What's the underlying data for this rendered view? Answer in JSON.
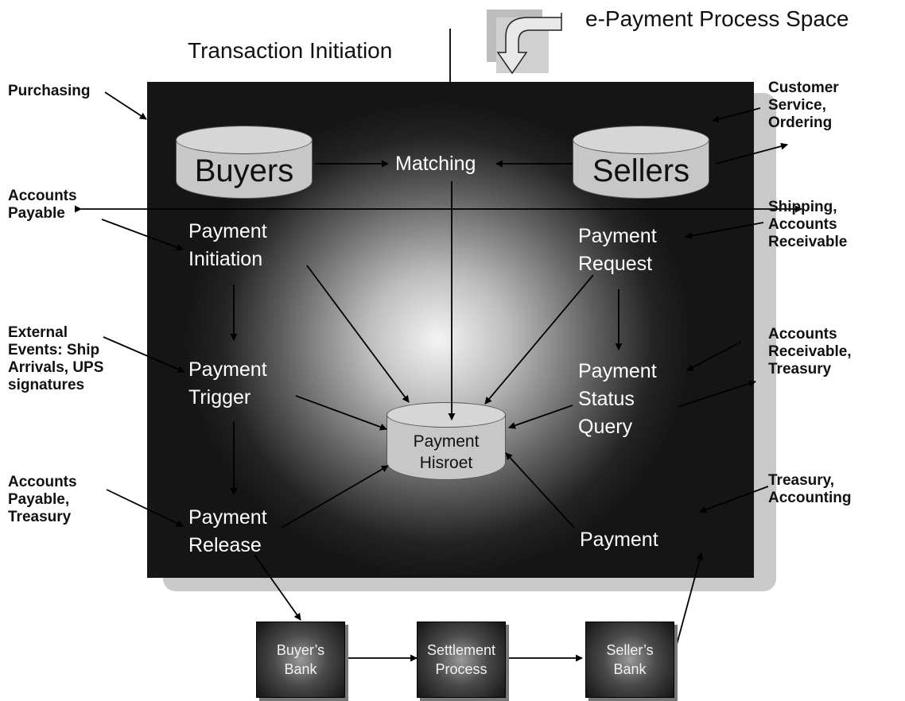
{
  "header": {
    "title": "e-Payment Process Space",
    "subtitle": "Transaction Initiation"
  },
  "left_labels": {
    "purchasing": "Purchasing",
    "accounts_payable_1": "Accounts\nPayable",
    "external_events": "External\nEvents: Ship\nArrivals, UPS\nsignatures",
    "accounts_payable_2": "Accounts\nPayable,\nTreasury"
  },
  "right_labels": {
    "customer_service": "Customer\nService,\nOrdering",
    "shipping": "Shipping,\nAccounts\nReceivable",
    "accounts_receivable": "Accounts\nReceivable,\nTreasury",
    "treasury": "Treasury,\nAccounting"
  },
  "nodes": {
    "buyers": "Buyers",
    "sellers": "Sellers",
    "matching": "Matching",
    "payment_initiation": "Payment\nInitiation",
    "payment_request": "Payment\nRequest",
    "payment_trigger": "Payment\nTrigger",
    "payment_status_query": "Payment\nStatus\nQuery",
    "payment_history": "Payment\nHisroet",
    "payment_release": "Payment\nRelease",
    "payment": "Payment"
  },
  "banks": {
    "buyers_bank": "Buyer’s\nBank",
    "settlement": "Settlement\nProcess",
    "sellers_bank": "Seller’s\nBank"
  },
  "colors": {
    "panel_dark": "#151515",
    "panel_light": "#f4f4f4",
    "cylinder": "#c7c7c7",
    "arrow": "#000000"
  },
  "icons": {
    "process_space": "curved-arrow-icon"
  }
}
